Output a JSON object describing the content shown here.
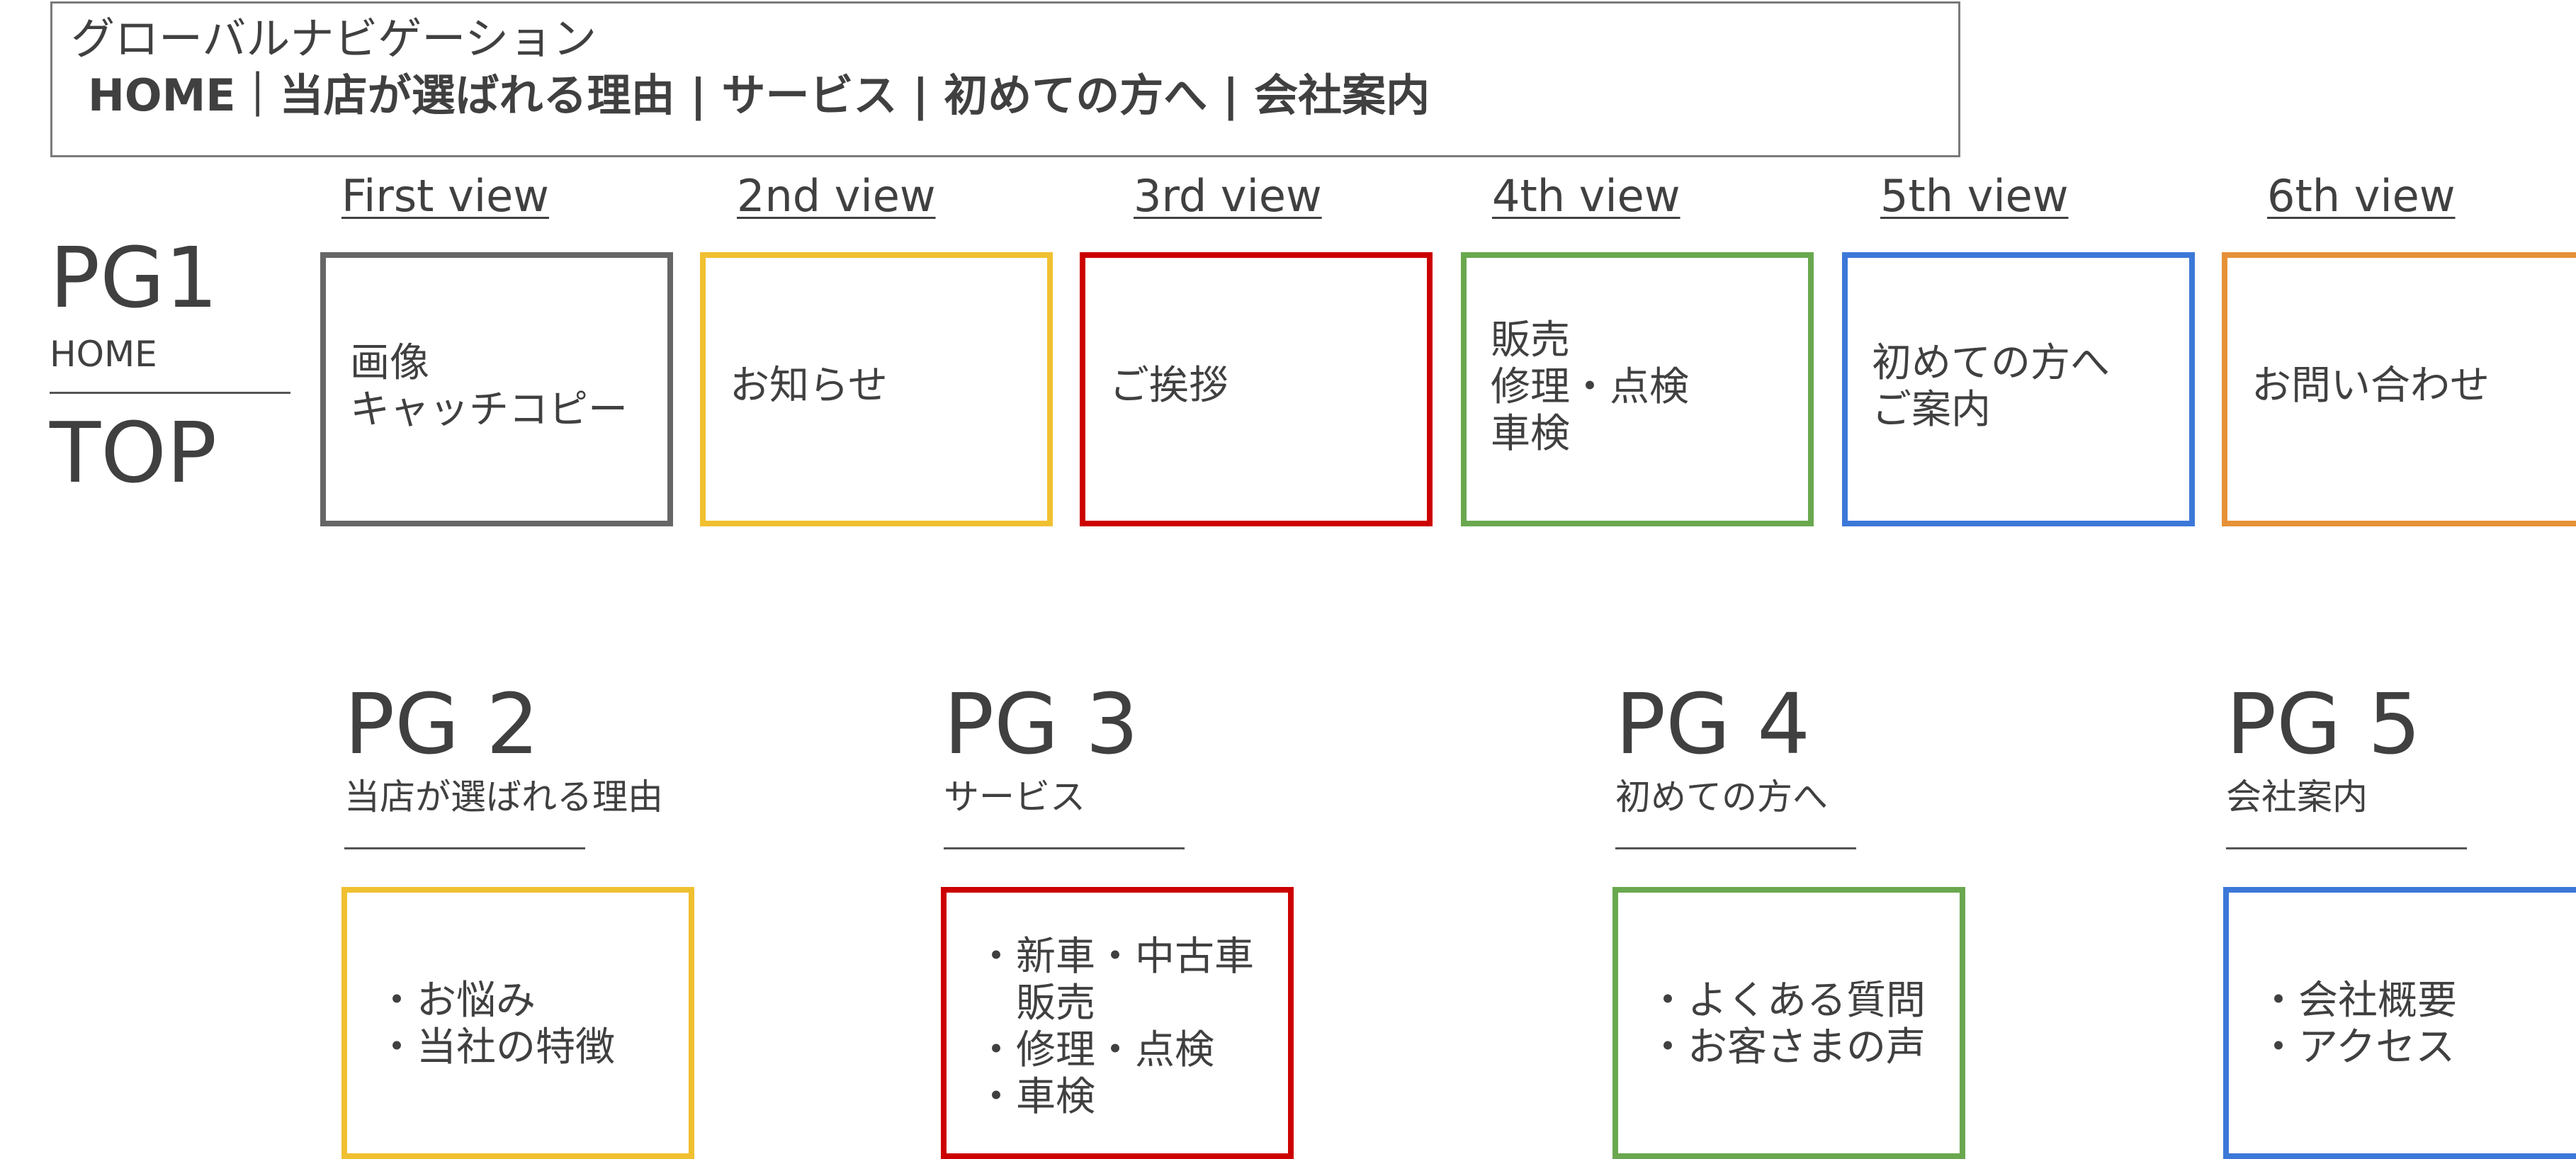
{
  "global_nav": {
    "title": "グローバルナビゲーション",
    "links": "HOME｜当店が選ばれる理由 | サービス | 初めての方へ | 会社案内"
  },
  "views": [
    {
      "label": "First view"
    },
    {
      "label": "2nd view"
    },
    {
      "label": "3rd view"
    },
    {
      "label": "4th view"
    },
    {
      "label": "5th view"
    },
    {
      "label": "6th view"
    }
  ],
  "pg1": {
    "title": "PG1",
    "subtitle": "HOME",
    "top_label": "TOP",
    "boxes": [
      {
        "text": "画像\nキャッチコピー",
        "color": "#666666"
      },
      {
        "text": "お知らせ",
        "color": "#f0c030"
      },
      {
        "text": "ご挨拶",
        "color": "#cc0000"
      },
      {
        "text": "販売\n修理・点検\n車検",
        "color": "#6aa84f"
      },
      {
        "text": "初めての方へ\nご案内",
        "color": "#3c78d8"
      },
      {
        "text": "お問い合わせ",
        "color": "#e69138"
      }
    ]
  },
  "pages": [
    {
      "title": "PG 2",
      "subtitle": "当店が選ばれる理由",
      "box_text": "・お悩み\n・当社の特徴",
      "color": "#f0c030"
    },
    {
      "title": "PG 3",
      "subtitle": "サービス",
      "box_text": "・新車・中古車\n　販売\n・修理・点検\n・車検",
      "color": "#cc0000"
    },
    {
      "title": "PG 4",
      "subtitle": "初めての方へ",
      "box_text": "・よくある質問\n・お客さまの声",
      "color": "#6aa84f"
    },
    {
      "title": "PG 5",
      "subtitle": "会社案内",
      "box_text": "・会社概要\n・アクセス",
      "color": "#3c78d8"
    }
  ]
}
